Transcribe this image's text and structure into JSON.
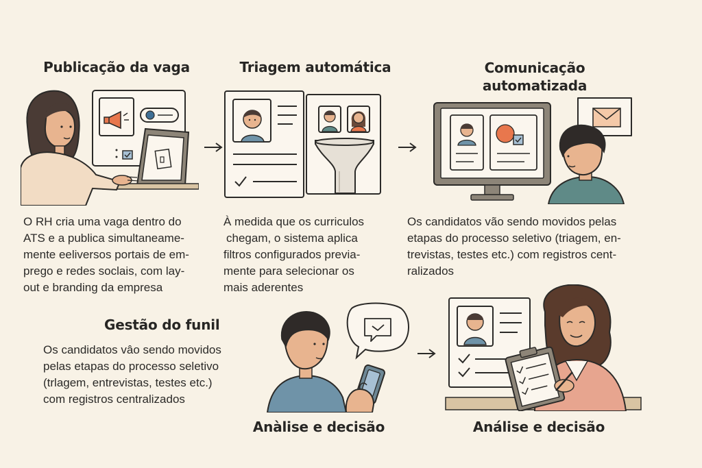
{
  "steps": [
    {
      "title_lines": [
        "Publicação da vaga"
      ],
      "description_lines": [
        "O RH cria uma vaga dentro do",
        "ATS e a publica simultaneame-",
        "mente eeliversos portais de em-",
        "prego e redes soclais, com lay-",
        "out e branding da empresa"
      ]
    },
    {
      "title_lines": [
        "Triagem automática"
      ],
      "description_lines": [
        "À medida que os curriculos",
        "chegam, o sistema aplica",
        "filtros configurados previa-",
        "mente para selecionar os",
        "mais aderentes"
      ]
    },
    {
      "title_lines": [
        "Comunicação",
        "automatizada"
      ],
      "description_lines": [
        "Os candidatos vão sendo movidos pelas",
        "etapas do processo seletivo (triagem, en-",
        "trevistas, testes etc.) com registros cent-",
        "ralizados"
      ]
    },
    {
      "title_lines": [
        "Gestão do funil"
      ],
      "description_lines": [
        "Os candidatos vâo sendo movidos",
        "pelas etapas do processo seletivo",
        "(trlagem, entrevistas, testes etc.)",
        "com registros centralizados"
      ]
    },
    {
      "title_lines": [
        "Anàlise e decisão"
      ]
    },
    {
      "title_lines": [
        "Análise e decisão"
      ]
    }
  ],
  "icons": {
    "megaphone": "megaphone-icon",
    "funnel": "funnel-icon",
    "envelope": "envelope-icon",
    "chat": "chat-icon",
    "arrow": "arrow-right-icon"
  },
  "colors": {
    "background": "#f8f2e6",
    "ink": "#2b2a28",
    "skin": "#e8b48f",
    "accent_blue": "#3f6f95",
    "accent_orange": "#e8774d",
    "sweater_beige": "#f2dcc4",
    "shirt_teal": "#5f8a87",
    "shirt_blue": "#6f93a8",
    "cardigan_pink": "#e7a58f"
  }
}
